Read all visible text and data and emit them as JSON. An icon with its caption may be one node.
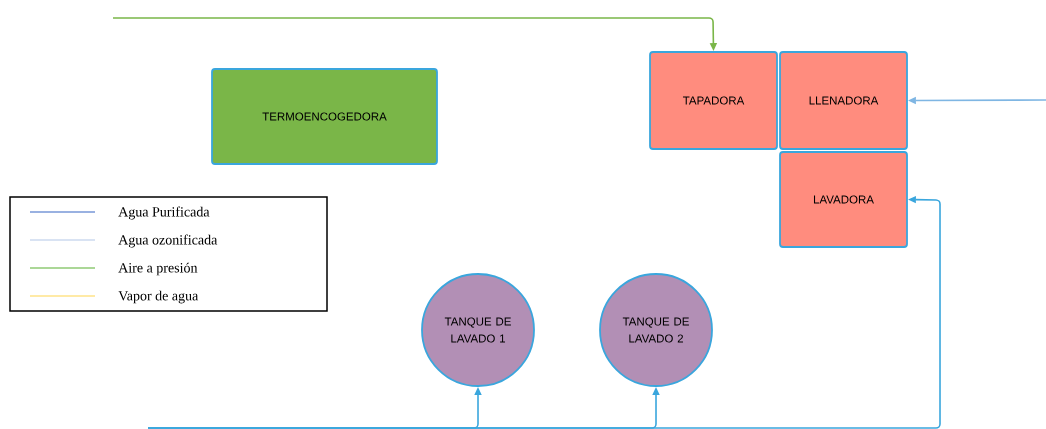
{
  "diagram": {
    "nodes": [
      {
        "text": [
          "TERMOENCOGEDORA"
        ]
      },
      {
        "text": [
          "TAPADORA"
        ]
      },
      {
        "text": [
          "LLENADORA"
        ]
      },
      {
        "text": [
          "LAVADORA"
        ]
      },
      {
        "text": [
          "TANQUE DE LAVADO 1"
        ]
      },
      {
        "text": [
          "TANQUE DE LAVADO 2"
        ]
      }
    ],
    "edges": [
      {
        "from": null,
        "to": 1,
        "arrow": "to",
        "color": "#7ab648"
      },
      {
        "from": null,
        "to": 2,
        "arrow": "to",
        "color": "#7fb6e3"
      },
      {
        "from": null,
        "to": 4,
        "arrow": "to"
      },
      {
        "from": null,
        "to": 5,
        "arrow": "to"
      },
      {
        "from": null,
        "to": 3,
        "arrow": "to"
      }
    ],
    "legend": [
      {
        "text": "Agua Purificada"
      },
      {
        "text": "Agua ozonificada"
      },
      {
        "text": "Aire a presión"
      },
      {
        "text": "Vapor de agua"
      }
    ]
  }
}
